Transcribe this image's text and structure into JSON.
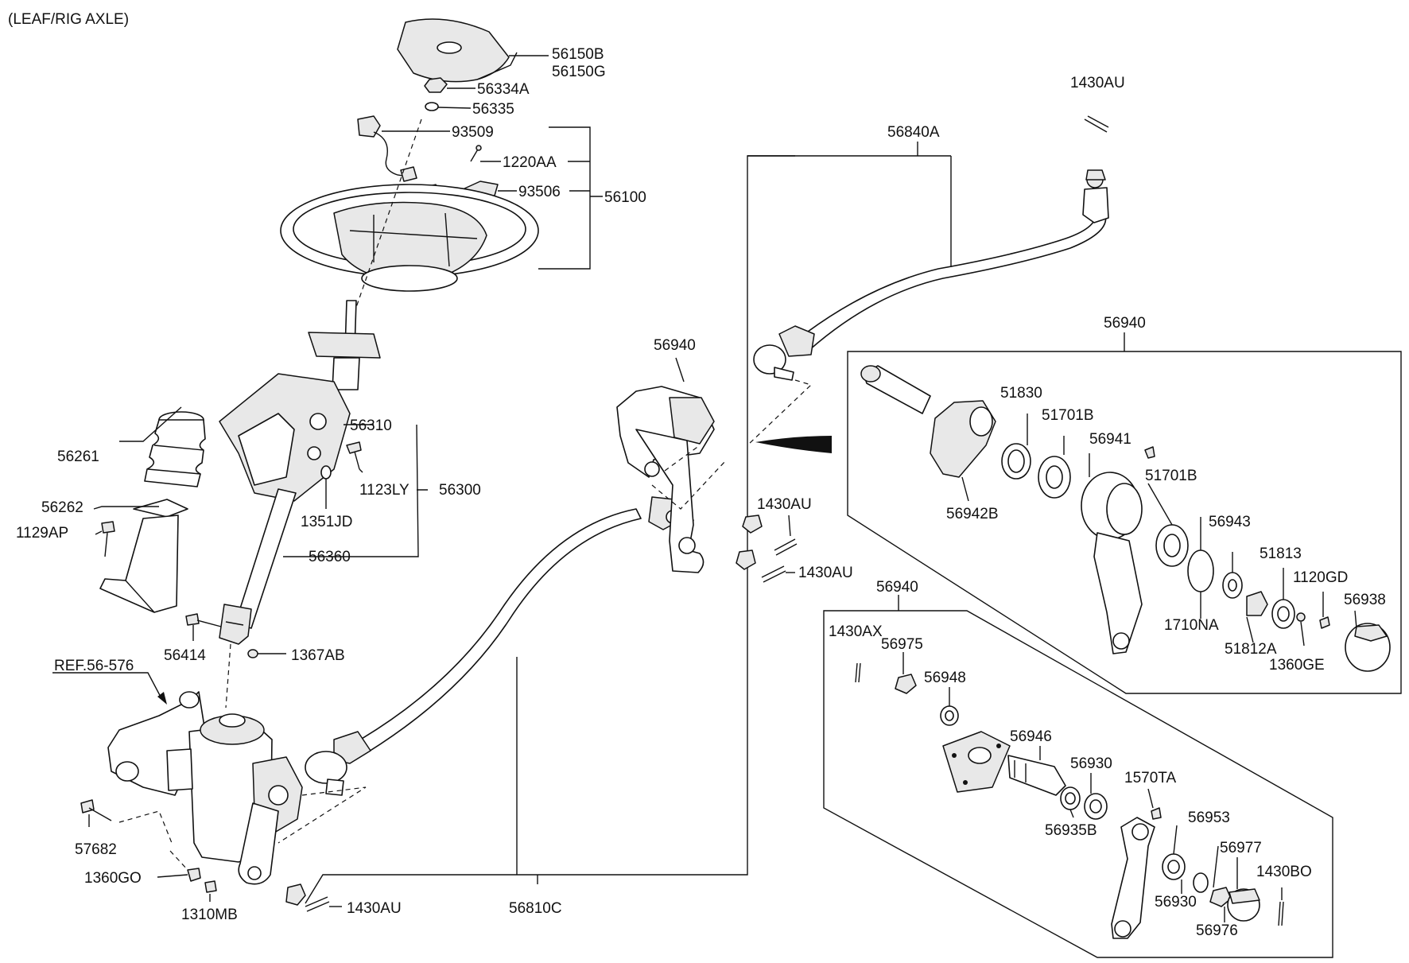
{
  "header": {
    "title": "(LEAF/RIG AXLE)"
  },
  "parts": {
    "p56150B": "56150B",
    "p56150G": "56150G",
    "p56334A": "56334A",
    "p56335": "56335",
    "p93509": "93509",
    "p1220AA": "1220AA",
    "p93506": "93506",
    "p56100": "56100",
    "p56261": "56261",
    "p56262": "56262",
    "p1129AP": "1129AP",
    "p56310": "56310",
    "p1123LY": "1123LY",
    "p56300": "56300",
    "p1351JD": "1351JD",
    "p56360": "56360",
    "p56414": "56414",
    "p1367AB": "1367AB",
    "pRef": "REF.56-576",
    "p57682": "57682",
    "p1360GO": "1360GO",
    "p1310MB": "1310MB",
    "p1430AU_bot": "1430AU",
    "p56810C": "56810C",
    "p56940_mid": "56940",
    "p1430AU_mid1": "1430AU",
    "p1430AU_mid2": "1430AU",
    "p56840A": "56840A",
    "p1430AU_top": "1430AU",
    "p56940_box1": "56940",
    "p51830": "51830",
    "p51701B_1": "51701B",
    "p56941": "56941",
    "p51701B_2": "51701B",
    "p56942B": "56942B",
    "p56943": "56943",
    "p51813": "51813",
    "p1120GD": "1120GD",
    "p56938": "56938",
    "p1710NA": "1710NA",
    "p51812A": "51812A",
    "p1360GE": "1360GE",
    "p56940_box2": "56940",
    "p1430AX": "1430AX",
    "p56975": "56975",
    "p56948": "56948",
    "p56946": "56946",
    "p56930_1": "56930",
    "p1570TA": "1570TA",
    "p56935B": "56935B",
    "p56953": "56953",
    "p56977": "56977",
    "p1430BO": "1430BO",
    "p56930_2": "56930",
    "p56976": "56976"
  },
  "icons": [
    "airbag-cover",
    "steering-wheel",
    "steering-column",
    "column-boot",
    "steering-gear-box",
    "drag-link",
    "tie-rod",
    "idler-arm",
    "idler-bracket-exploded",
    "pitman-arm",
    "cotter-pin",
    "castle-nut",
    "bolt",
    "washer",
    "bearing",
    "oil-seal",
    "cap"
  ]
}
